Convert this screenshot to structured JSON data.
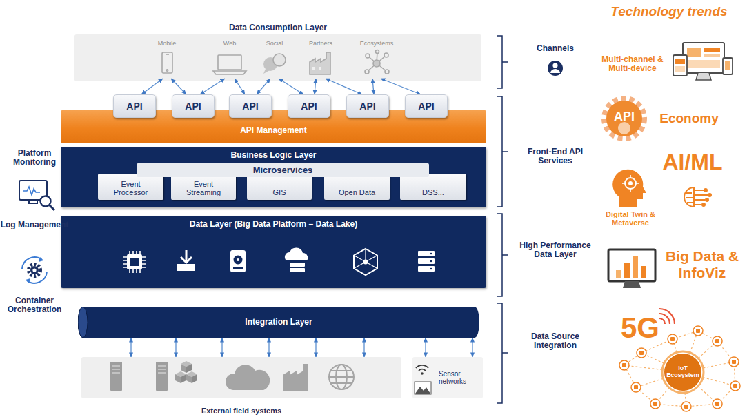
{
  "diagram": {
    "nodes": [
      {
        "text": [
          "Data Consumption Layer"
        ]
      },
      {
        "text": [
          "Mobile"
        ],
        "in": 0
      },
      {
        "text": [
          "Web"
        ],
        "in": 0
      },
      {
        "text": [
          "Social"
        ],
        "in": 0
      },
      {
        "text": [
          "Partners"
        ],
        "in": 0
      },
      {
        "text": [
          "Ecosystems"
        ],
        "in": 0
      },
      {
        "text": [
          "API"
        ]
      },
      {
        "text": [
          "API"
        ]
      },
      {
        "text": [
          "API"
        ]
      },
      {
        "text": [
          "API"
        ]
      },
      {
        "text": [
          "API"
        ]
      },
      {
        "text": [
          "API"
        ]
      },
      {
        "text": [
          "API Management"
        ]
      },
      {
        "text": [
          "Business Logic Layer"
        ]
      },
      {
        "text": [
          "Microservices"
        ],
        "in": 13
      },
      {
        "text": [
          "Event Processor"
        ],
        "in": 13
      },
      {
        "text": [
          "Event Streaming"
        ],
        "in": 13
      },
      {
        "text": [
          "GIS"
        ],
        "in": 13
      },
      {
        "text": [
          "Open Data"
        ],
        "in": 13
      },
      {
        "text": [
          "DSS..."
        ],
        "in": 13
      },
      {
        "text": [
          "Data Layer (Big Data Platform – Data Lake)"
        ]
      },
      {
        "text": [
          "Integration Layer"
        ]
      },
      {
        "text": [
          "External field systems"
        ]
      },
      {
        "text": [
          "Sensor networks"
        ]
      }
    ],
    "edges": [
      {
        "from": 1,
        "to": 6,
        "arrow": "both"
      },
      {
        "from": 1,
        "to": 7,
        "arrow": "both"
      },
      {
        "from": 2,
        "to": 7,
        "arrow": "both"
      },
      {
        "from": 2,
        "to": 8,
        "arrow": "both"
      },
      {
        "from": 3,
        "to": 8,
        "arrow": "both"
      },
      {
        "from": 3,
        "to": 9,
        "arrow": "both"
      },
      {
        "from": 4,
        "to": 9,
        "arrow": "both"
      },
      {
        "from": 4,
        "to": 10,
        "arrow": "both"
      },
      {
        "from": 5,
        "to": 10,
        "arrow": "both"
      },
      {
        "from": 5,
        "to": 11,
        "arrow": "both"
      },
      {
        "from": 21,
        "to": 22,
        "arrow": "both"
      },
      {
        "from": 21,
        "to": 22,
        "arrow": "both"
      },
      {
        "from": 21,
        "to": 22,
        "arrow": "both"
      },
      {
        "from": 21,
        "to": 22,
        "arrow": "both"
      },
      {
        "from": 21,
        "to": 22,
        "arrow": "both"
      },
      {
        "from": 21,
        "to": 22,
        "arrow": "both"
      },
      {
        "from": 21,
        "to": 23,
        "arrow": "both"
      },
      {
        "from": 21,
        "to": 23,
        "arrow": "both"
      }
    ],
    "labels": [
      "Platform Monitoring",
      "Log Management",
      "Container Orchestration",
      "Channels",
      "Front-End API Services",
      "High Performance Data Layer",
      "Data Source Integration",
      "Technology trends",
      "Multi-channel & Multi-device",
      "API",
      "Economy",
      "AI/ML",
      "Digital Twin & Metaverse",
      "Big Data & InfoViz",
      "5G",
      "IoT Ecosystem"
    ]
  }
}
